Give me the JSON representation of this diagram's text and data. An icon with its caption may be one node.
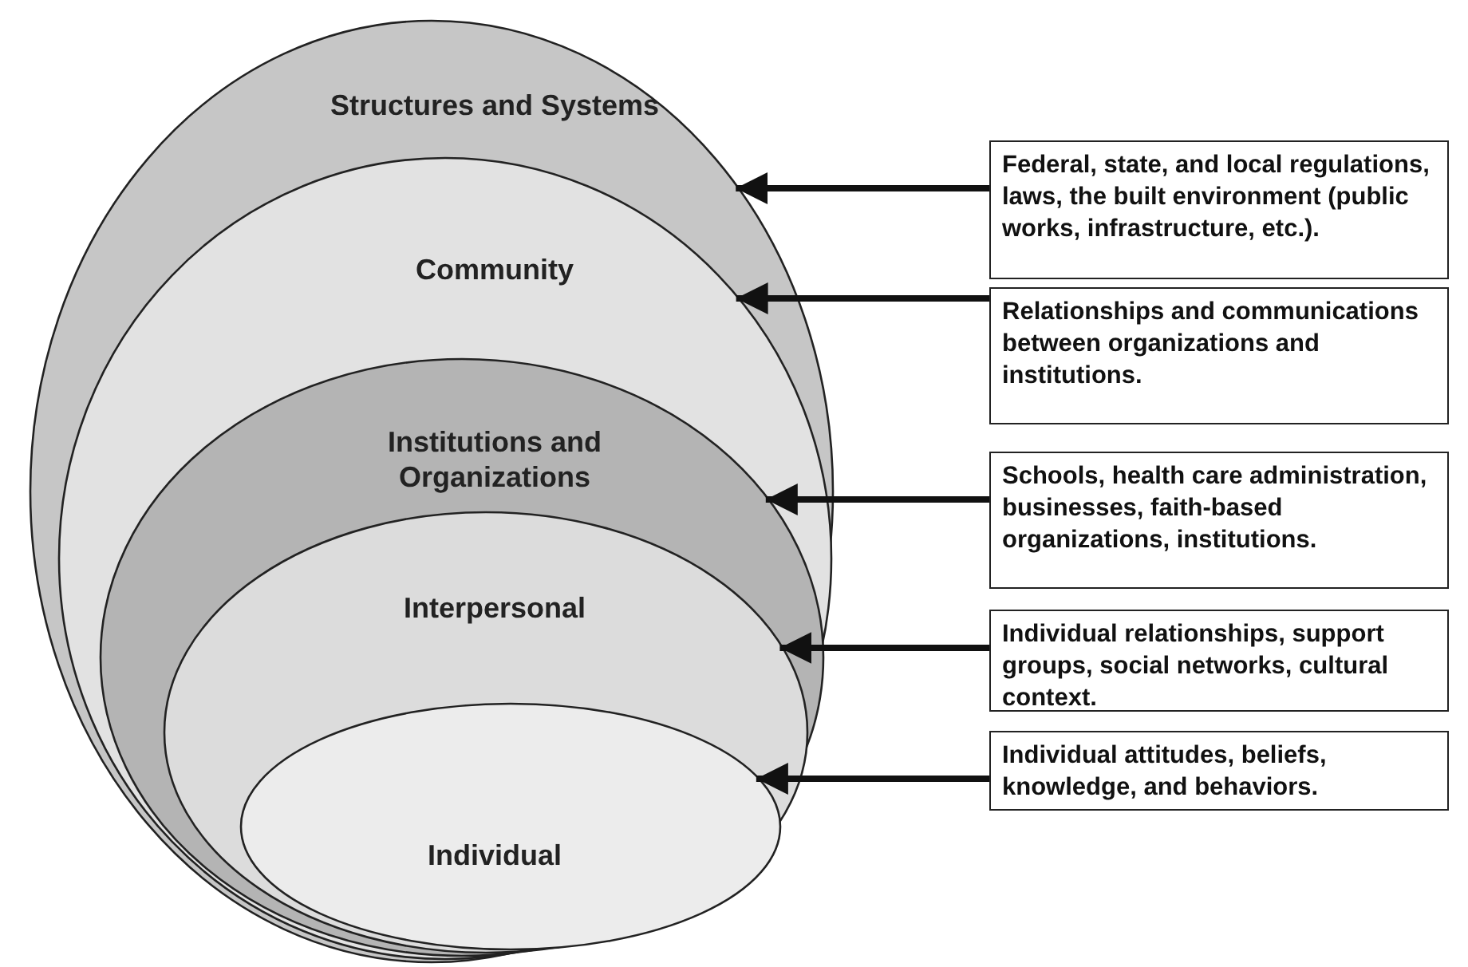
{
  "diagram": {
    "nodes": [
      {
        "text": [
          "Structures and Systems"
        ]
      },
      {
        "text": [
          "Community"
        ],
        "in": 0
      },
      {
        "text": [
          "Institutions and Organizations"
        ],
        "in": 1
      },
      {
        "text": [
          "Interpersonal"
        ],
        "in": 2
      },
      {
        "text": [
          "Individual"
        ],
        "in": 3
      },
      {
        "text": [
          "Federal, state, and local regulations, laws, the built environment (public works, infrastructure, etc.)."
        ]
      },
      {
        "text": [
          "Relationships and communications between organizations and institutions."
        ]
      },
      {
        "text": [
          "Schools, health care administration, businesses, faith-based organizations, institutions."
        ]
      },
      {
        "text": [
          "Individual relationships, support groups, social networks, cultural context."
        ]
      },
      {
        "text": [
          "Individual attitudes, beliefs, knowledge, and behaviors."
        ]
      }
    ],
    "edges": [
      {
        "from": 5,
        "to": 0,
        "arrow": "to"
      },
      {
        "from": 6,
        "to": 1,
        "arrow": "to"
      },
      {
        "from": 7,
        "to": 2,
        "arrow": "to"
      },
      {
        "from": 8,
        "to": 3,
        "arrow": "to"
      },
      {
        "from": 9,
        "to": 4,
        "arrow": "to"
      }
    ]
  }
}
